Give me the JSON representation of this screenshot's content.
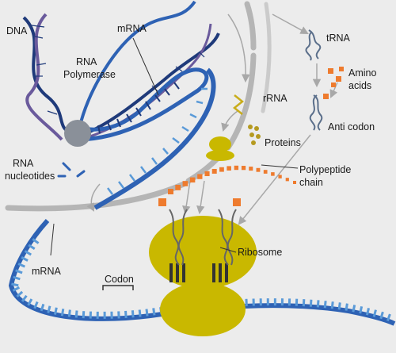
{
  "labels": {
    "dna": "DNA",
    "rna_polymerase_line1": "RNA",
    "rna_polymerase_line2": "Polymerase",
    "mrna_top": "mRNA",
    "rna_nucleotides_line1": "RNA",
    "rna_nucleotides_line2": "nucleotides",
    "mrna_bottom": "mRNA",
    "codon": "Codon",
    "trna": "tRNA",
    "amino_acids_line1": "Amino",
    "amino_acids_line2": "acids",
    "anti_codon": "Anti codon",
    "rrna": "rRNA",
    "proteins": "Proteins",
    "polypeptide_line1": "Polypeptide",
    "polypeptide_line2": "chain",
    "ribosome": "Ribosome"
  },
  "colors": {
    "background": "#ececec",
    "dna_dark": "#1f3a7a",
    "dna_purple": "#6a5a9c",
    "mrna_blue": "#2e62b4",
    "mrna_light": "#5a9ad8",
    "membrane": "#b5b5b5",
    "polymerase": "#8a9099",
    "ribosome": "#c9b800",
    "amino_orange": "#ee7b2e",
    "rrna_gold": "#c9ad1a",
    "arrow": "#a8a8a8"
  }
}
